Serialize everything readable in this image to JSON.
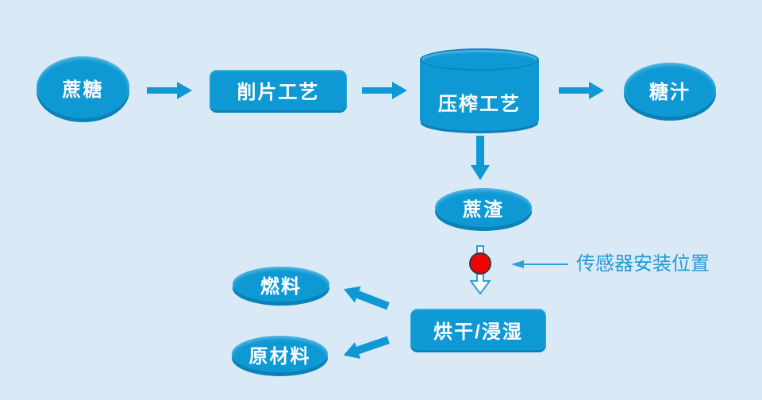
{
  "colors": {
    "background": "#d9e9f6",
    "shape_fill": "#0e99d5",
    "shape_shade": "#0a82b7",
    "shape_text": "#ffffff",
    "annotation_text": "#1e9cd8",
    "sensor_dot_fill": "#ee0404",
    "sensor_dot_outline": "#383838"
  },
  "nodes": {
    "sucrose": {
      "label": "蔗糖",
      "shape": "ellipse"
    },
    "slicing": {
      "label": "削片工艺",
      "shape": "rounded-rect"
    },
    "pressing": {
      "label": "压榨工艺",
      "shape": "cylinder"
    },
    "juice": {
      "label": "糖汁",
      "shape": "ellipse"
    },
    "bagasse": {
      "label": "蔗渣",
      "shape": "ellipse"
    },
    "drying": {
      "label": "烘干/浸湿",
      "shape": "rounded-rect"
    },
    "fuel": {
      "label": "燃料",
      "shape": "ellipse"
    },
    "raw_material": {
      "label": "原材料",
      "shape": "ellipse"
    }
  },
  "annotation": {
    "sensor_position_label": "传感器安装位置"
  }
}
